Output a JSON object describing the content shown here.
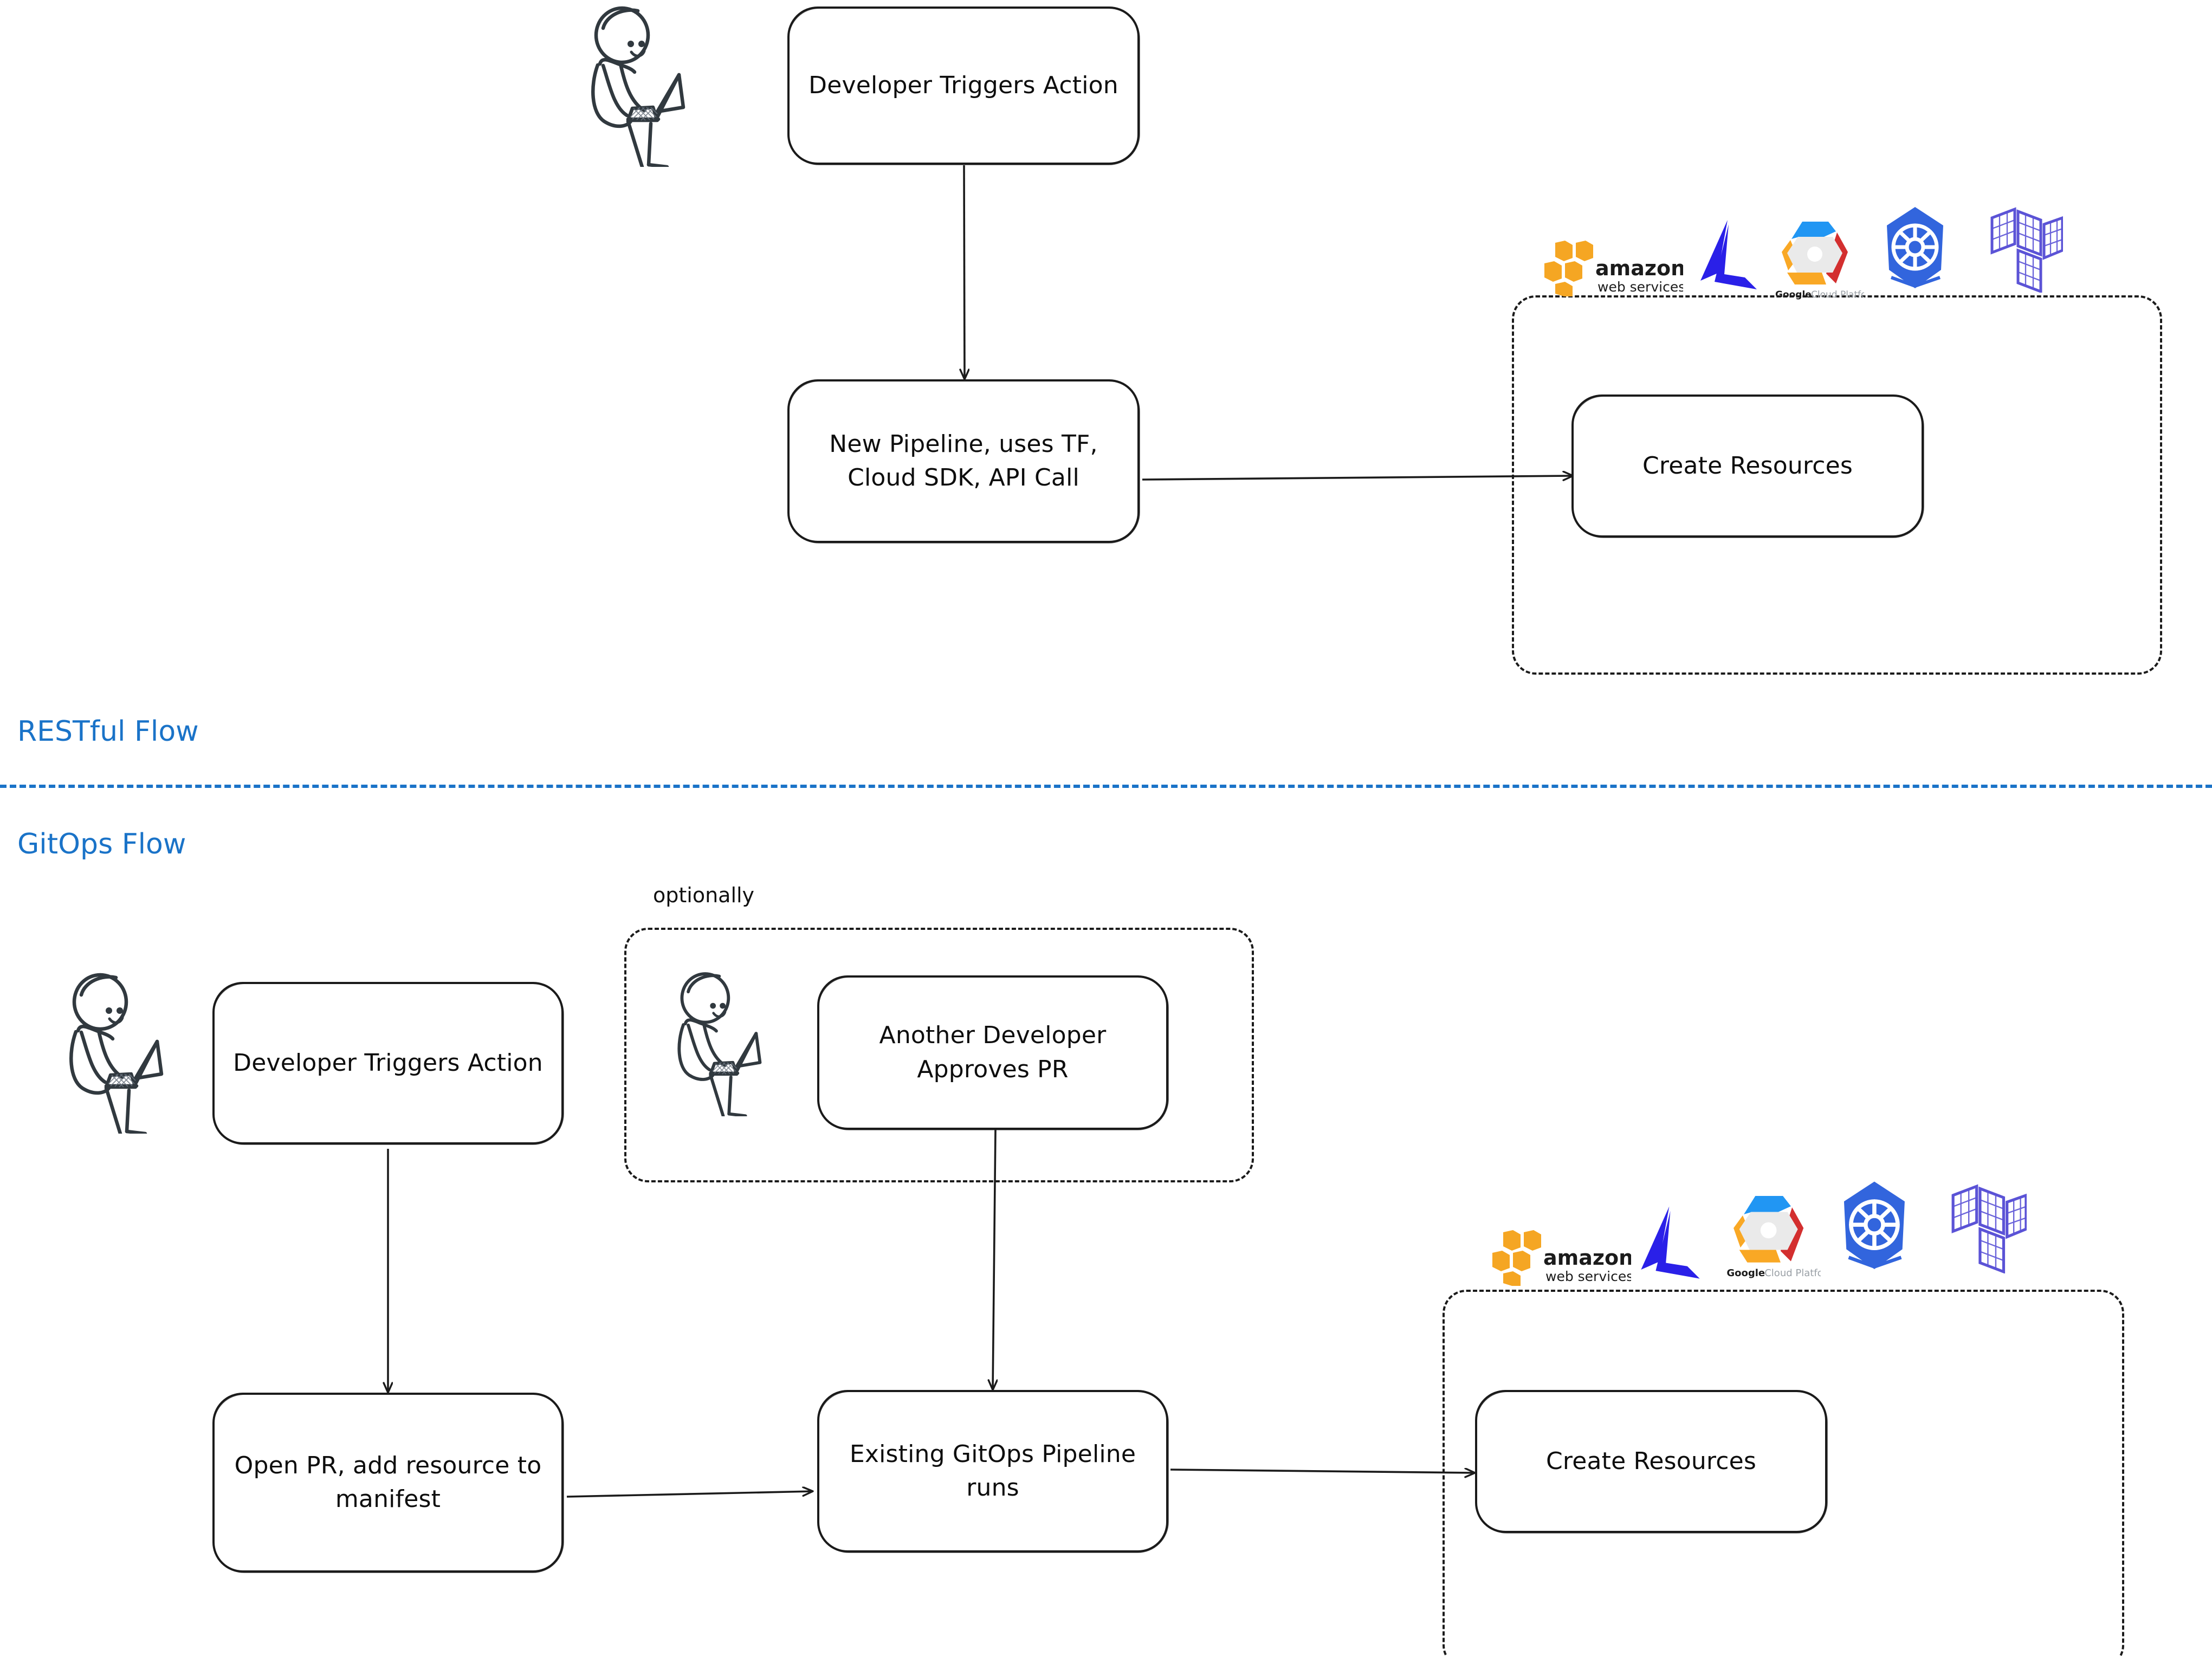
{
  "diagram": {
    "title_visible": false,
    "accent_color": "#1a73c8",
    "stroke_color": "#1b1b1b",
    "background": "#ffffff"
  },
  "sections": [
    {
      "id": "restful",
      "label": "RESTful Flow"
    },
    {
      "id": "gitops",
      "label": "GitOps Flow"
    }
  ],
  "restful_flow": {
    "nodes": [
      {
        "id": "dev-trigger",
        "label": "Developer Triggers Action"
      },
      {
        "id": "new-pipeline",
        "label": "New Pipeline, uses TF, Cloud SDK, API Call"
      },
      {
        "id": "create-resources",
        "label": "Create Resources"
      }
    ],
    "group_label": "",
    "edges": [
      {
        "from": "dev-trigger",
        "to": "new-pipeline",
        "direction": "down"
      },
      {
        "from": "new-pipeline",
        "to": "create-resources",
        "direction": "right"
      }
    ],
    "actors": [
      {
        "id": "developer",
        "name": "developer-with-laptop"
      }
    ]
  },
  "gitops_flow": {
    "optional_label": "optionally",
    "nodes": [
      {
        "id": "dev-trigger-2",
        "label": "Developer Triggers Action"
      },
      {
        "id": "approve-pr",
        "label": "Another Developer Approves PR"
      },
      {
        "id": "open-pr",
        "label": "Open PR, add resource to manifest"
      },
      {
        "id": "gitops-pipeline",
        "label": "Existing GitOps Pipeline runs"
      },
      {
        "id": "create-resources-2",
        "label": "Create Resources"
      }
    ],
    "edges": [
      {
        "from": "dev-trigger-2",
        "to": "open-pr",
        "direction": "down"
      },
      {
        "from": "open-pr",
        "to": "gitops-pipeline",
        "direction": "right"
      },
      {
        "from": "approve-pr",
        "to": "gitops-pipeline",
        "direction": "down"
      },
      {
        "from": "gitops-pipeline",
        "to": "create-resources-2",
        "direction": "right"
      }
    ],
    "actors": [
      {
        "id": "developer-2",
        "name": "developer-with-laptop"
      },
      {
        "id": "developer-3",
        "name": "developer-with-laptop"
      }
    ]
  },
  "cloud_logos": [
    {
      "id": "aws",
      "name": "aws-logo",
      "title": "amazon",
      "subtitle": "web services",
      "color": "#f5a623"
    },
    {
      "id": "azure",
      "name": "azure-logo",
      "title": "",
      "subtitle": "",
      "color": "#2a20e8"
    },
    {
      "id": "gcp",
      "name": "gcp-logo",
      "title": "Google",
      "subtitle": "Cloud Platform",
      "color": "#4285f4"
    },
    {
      "id": "kubernetes",
      "name": "kubernetes-logo",
      "title": "",
      "subtitle": "",
      "color": "#3265dd"
    },
    {
      "id": "terraform",
      "name": "terraform-logo",
      "title": "",
      "subtitle": "",
      "color": "#5b53d6"
    }
  ]
}
